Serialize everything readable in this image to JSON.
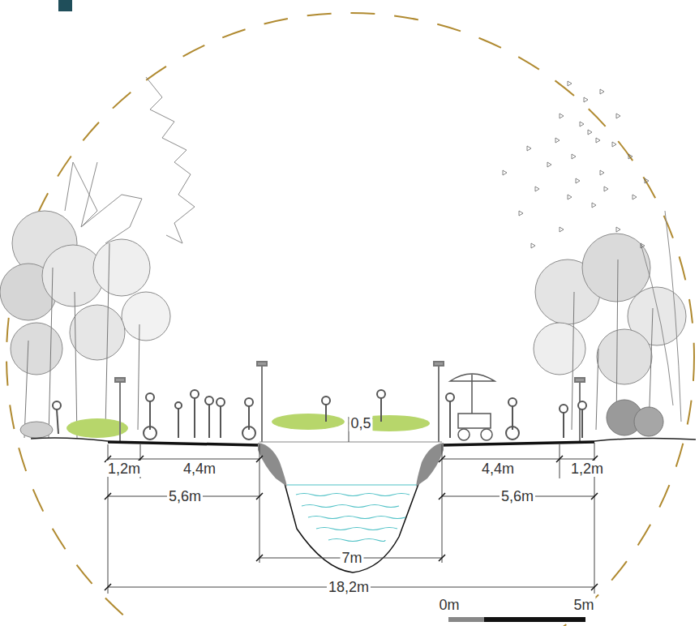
{
  "diagram": {
    "labels": [
      "0,5",
      "1,2m",
      "4,4m",
      "4,4m",
      "1,2m",
      "5,6m",
      "5,6m",
      "7m",
      "18,2m",
      "0m",
      "5m"
    ]
  }
}
